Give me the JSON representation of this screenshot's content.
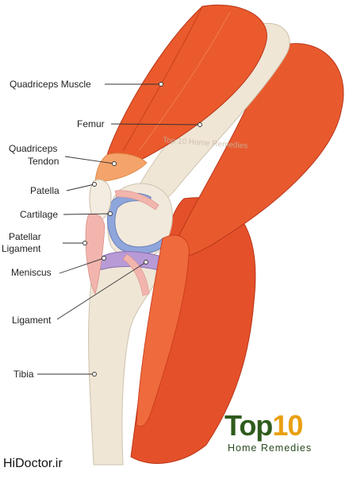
{
  "labels": {
    "quadriceps_muscle": "Quadriceps Muscle",
    "femur": "Femur",
    "quadriceps_tendon_1": "Quadriceps",
    "quadriceps_tendon_2": "Tendon",
    "patella": "Patella",
    "cartilage": "Cartilage",
    "patellar_ligament_1": "Patellar",
    "patellar_ligament_2": "Ligament",
    "meniscus": "Meniscus",
    "ligament": "Ligament",
    "tibia": "Tibia"
  },
  "logo": {
    "word_a": "Top",
    "word_b": "10",
    "subtitle": "Home Remedies"
  },
  "watermark": "HiDoctor.ir",
  "faint_watermark": "Top 10 Home Remedies",
  "colors": {
    "muscle": "#e8532a",
    "muscle_dark": "#c7381a",
    "bone": "#efe6d6",
    "cartilage": "#8fa6dc",
    "meniscus": "#b79ad6",
    "ligament": "#f2b5ad",
    "tendon": "#f4a36a",
    "logo_green": "#2f5b1c",
    "logo_orange": "#e9a010"
  }
}
